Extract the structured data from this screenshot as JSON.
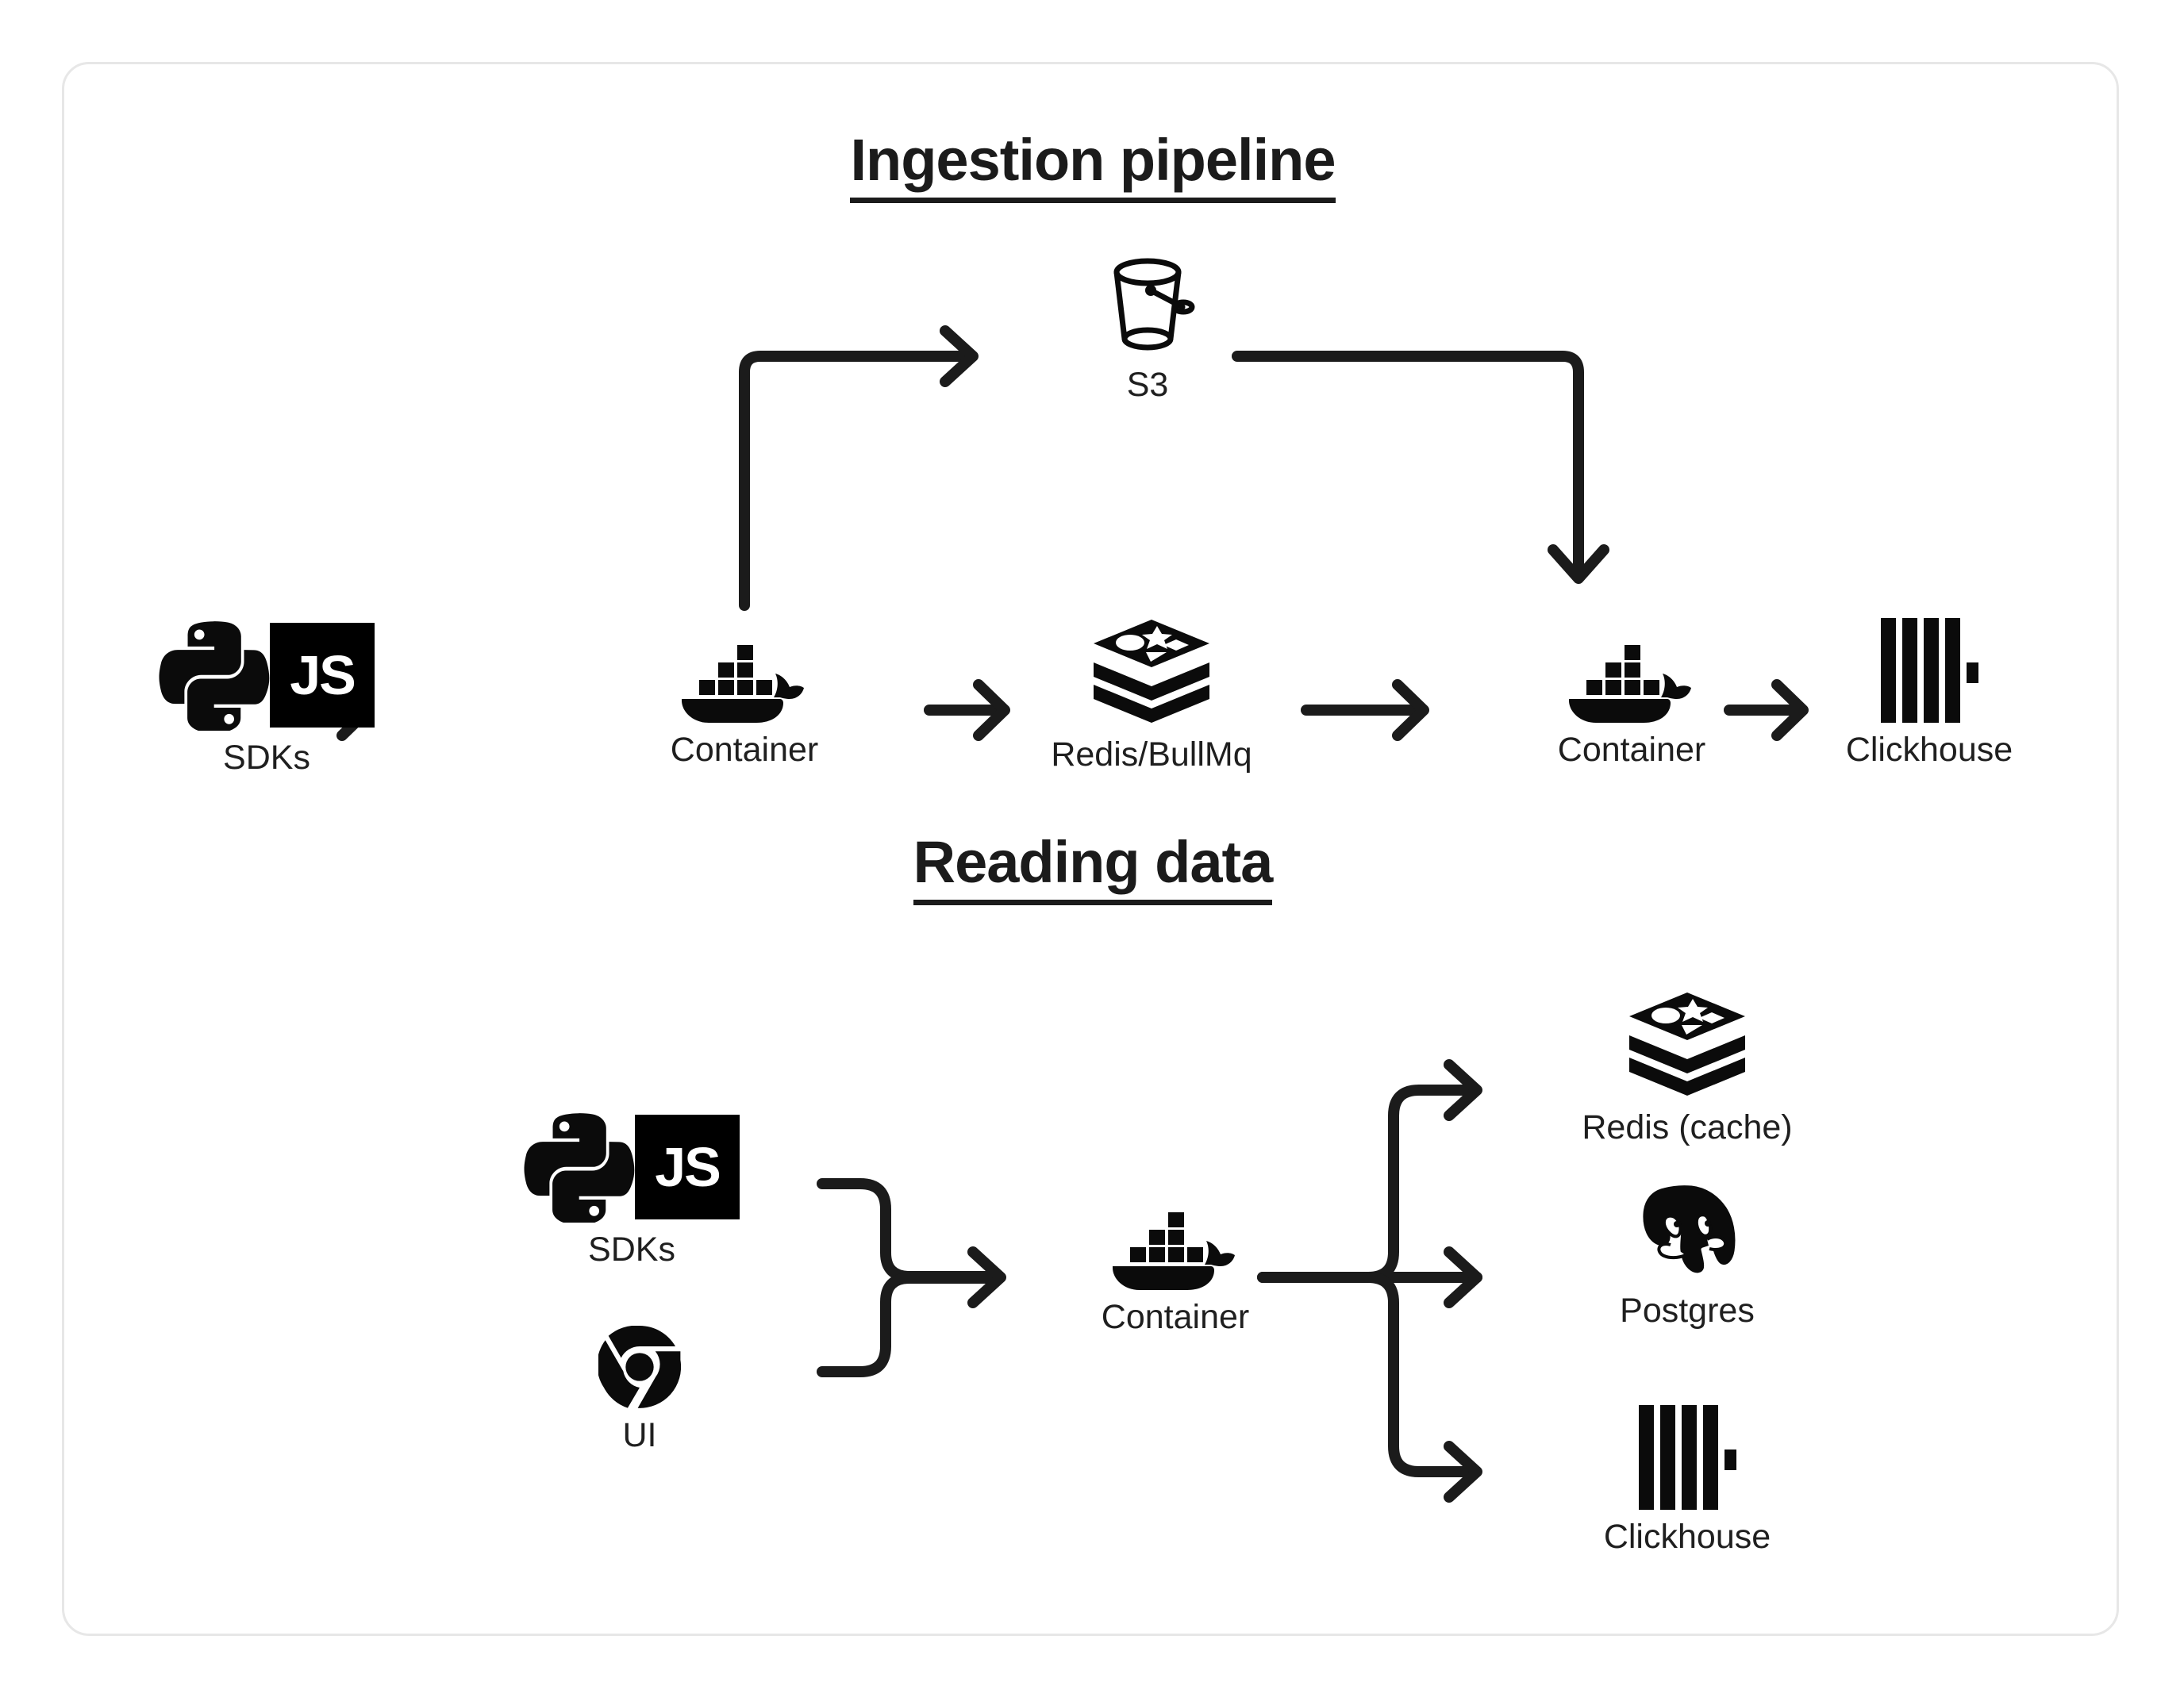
{
  "card": {
    "border_color": "#e7e7e7",
    "background": "#ffffff",
    "ink_color": "#1b1b1b"
  },
  "sections": [
    {
      "id": "ingestion",
      "title": "Ingestion pipeline",
      "nodes": [
        {
          "id": "sdks",
          "label": "SDKs",
          "icon": "python-js-sdk-icon"
        },
        {
          "id": "container-1",
          "label": "Container",
          "icon": "docker-whale-icon"
        },
        {
          "id": "redis-queue",
          "label": "Redis/BullMq",
          "icon": "redis-stack-icon"
        },
        {
          "id": "container-2",
          "label": "Container",
          "icon": "docker-whale-icon"
        },
        {
          "id": "clickhouse",
          "label": "Clickhouse",
          "icon": "clickhouse-bars-icon"
        },
        {
          "id": "s3",
          "label": "S3",
          "icon": "s3-bucket-icon"
        }
      ],
      "edges": [
        {
          "from": "sdks",
          "to": "container-1",
          "style": "straight-arrow"
        },
        {
          "from": "container-1",
          "to": "s3",
          "style": "elbow-up-right-arrow"
        },
        {
          "from": "container-1",
          "to": "redis-queue",
          "style": "straight-arrow"
        },
        {
          "from": "redis-queue",
          "to": "container-2",
          "style": "straight-arrow"
        },
        {
          "from": "s3",
          "to": "container-2",
          "style": "elbow-right-down-arrow"
        },
        {
          "from": "container-2",
          "to": "clickhouse",
          "style": "straight-arrow"
        }
      ]
    },
    {
      "id": "reading",
      "title": "Reading data",
      "nodes": [
        {
          "id": "sdks-read",
          "label": "SDKs",
          "icon": "python-js-sdk-icon"
        },
        {
          "id": "ui",
          "label": "UI",
          "icon": "chrome-browser-icon"
        },
        {
          "id": "container-3",
          "label": "Container",
          "icon": "docker-whale-icon"
        },
        {
          "id": "redis-cache",
          "label": "Redis (cache)",
          "icon": "redis-stack-icon"
        },
        {
          "id": "postgres",
          "label": "Postgres",
          "icon": "postgres-elephant-icon"
        },
        {
          "id": "clickhouse-2",
          "label": "Clickhouse",
          "icon": "clickhouse-bars-icon"
        }
      ],
      "edges": [
        {
          "from": "sdks-read",
          "to": "container-3",
          "style": "merge-arrow"
        },
        {
          "from": "ui",
          "to": "container-3",
          "style": "merge-arrow"
        },
        {
          "from": "container-3",
          "to": "redis-cache",
          "style": "fan-out-arrow"
        },
        {
          "from": "container-3",
          "to": "postgres",
          "style": "fan-out-arrow"
        },
        {
          "from": "container-3",
          "to": "clickhouse-2",
          "style": "fan-out-arrow"
        }
      ]
    }
  ],
  "icon_text": {
    "js_badge": "JS"
  }
}
